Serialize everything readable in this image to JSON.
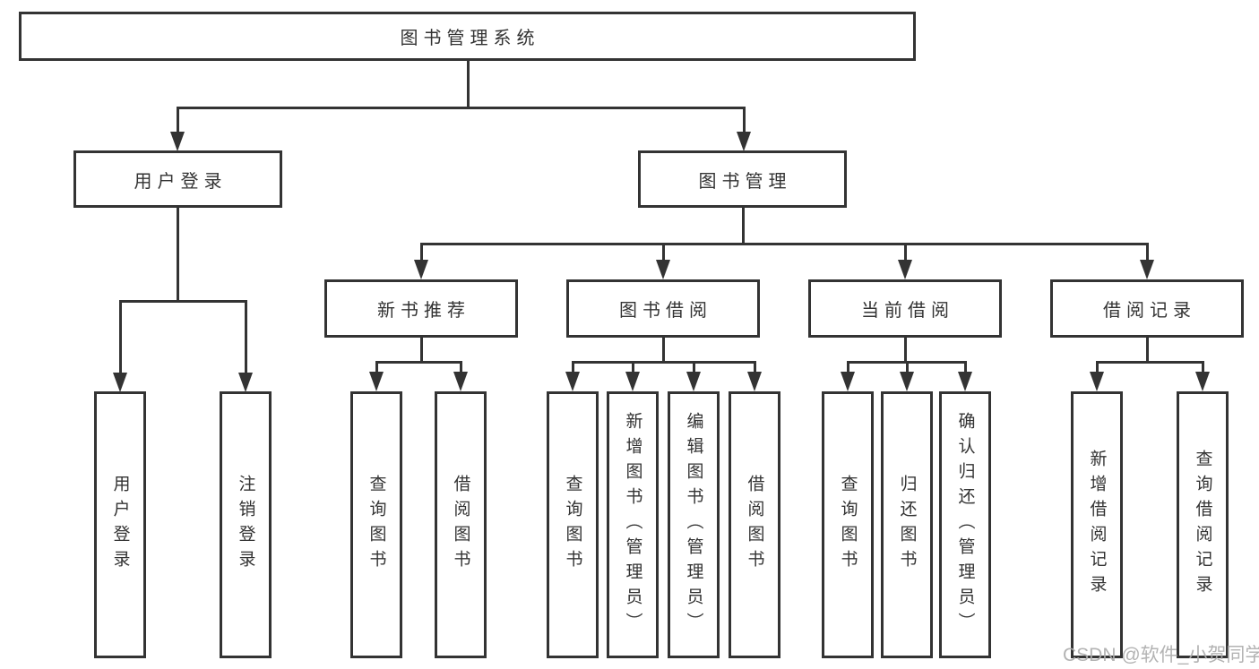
{
  "nodes": {
    "root": "图书管理系统",
    "branches": [
      {
        "label": "用户登录",
        "children": [
          "用户登录",
          "注销登录"
        ]
      },
      {
        "label": "图书管理",
        "groups": [
          {
            "label": "新书推荐",
            "children": [
              "查询图书",
              "借阅图书"
            ]
          },
          {
            "label": "图书借阅",
            "children": [
              "查询图书",
              "新增图书（管理员）",
              "编辑图书（管理员）",
              "借阅图书"
            ]
          },
          {
            "label": "当前借阅",
            "children": [
              "查询图书",
              "归还图书",
              "确认归还（管理员）"
            ]
          },
          {
            "label": "借阅记录",
            "children": [
              "新增借阅记录",
              "查询借阅记录"
            ]
          }
        ]
      }
    ]
  },
  "watermark": "CSDN @软件_小贺同学",
  "colors": {
    "line": "#333333",
    "text": "#333333",
    "watermark": "#adadad",
    "background": "#ffffff"
  }
}
